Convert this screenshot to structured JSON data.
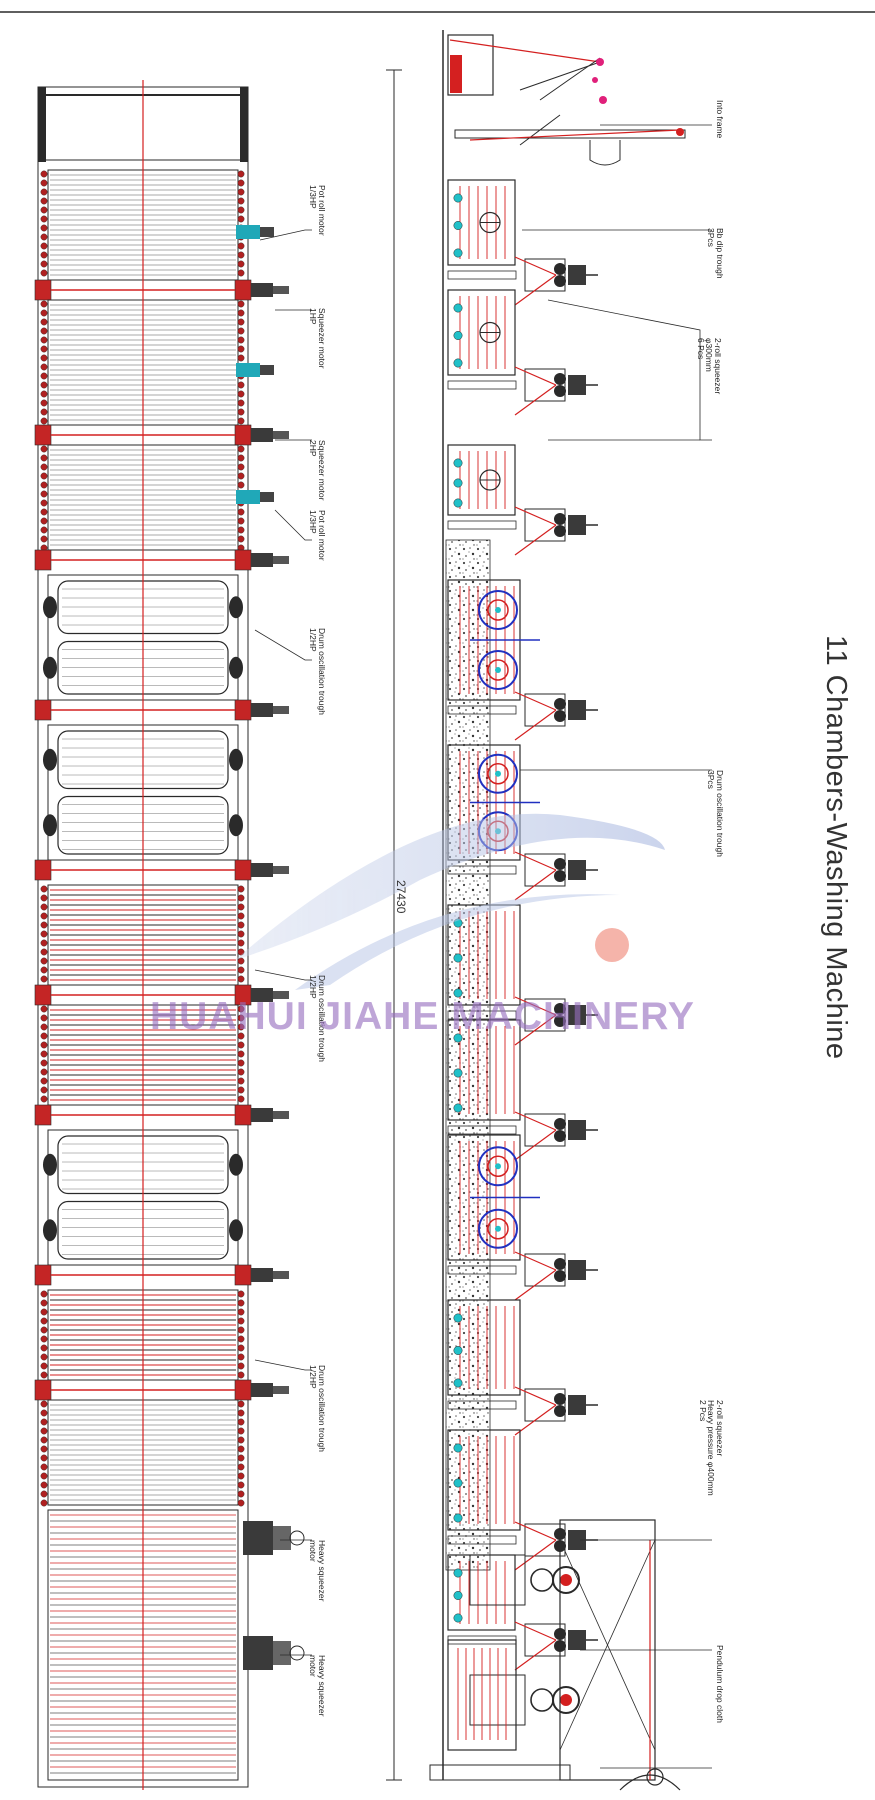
{
  "title": "11 Chambers-Washing Machine",
  "dimension": "27430",
  "watermark_text": "HUAHUI JIAHE MACHINERY",
  "callouts": [
    {
      "id": "into-frame",
      "lines": [
        "Into frame"
      ]
    },
    {
      "id": "bb-dip-trough",
      "lines": [
        "Bb dip trough",
        "3Pcs"
      ]
    },
    {
      "id": "squeezer-2roll",
      "lines": [
        "2-roll squeezer",
        "φ300mm",
        "6 Pcs"
      ]
    },
    {
      "id": "drum-oscillation-3pcs",
      "lines": [
        "Drum oscillation trough",
        "3Pcs"
      ]
    },
    {
      "id": "heavy-squeezer-2roll",
      "lines": [
        "2-roll squeezer",
        "Heavy pressure φ400mm",
        "2 Pcs"
      ]
    },
    {
      "id": "pendulum-drop-cloth",
      "lines": [
        "Pendulum drop cloth"
      ]
    },
    {
      "id": "pot-roll-motor-1",
      "lines": [
        "Pot roll motor",
        "1/3HP"
      ]
    },
    {
      "id": "squeezer-motor-1",
      "lines": [
        "Squeezer motor",
        "1HP"
      ]
    },
    {
      "id": "squeezer-motor-2",
      "lines": [
        "Squeezer motor",
        "2HP"
      ]
    },
    {
      "id": "pot-roll-motor-2",
      "lines": [
        "Pot roll motor",
        "1/3HP"
      ]
    },
    {
      "id": "drum-oscillation-1",
      "lines": [
        "Drum oscillation trough",
        "1/2HP"
      ]
    },
    {
      "id": "drum-oscillation-2",
      "lines": [
        "Drum oscillation trough",
        "1/2HP"
      ]
    },
    {
      "id": "drum-oscillation-3",
      "lines": [
        "Drum oscillation trough",
        "1/2HP"
      ]
    },
    {
      "id": "heavy-squeezer-motor-1",
      "lines": [
        "Heavy squeezer",
        "motor"
      ]
    },
    {
      "id": "heavy-squeezer-motor-2",
      "lines": [
        "Heavy squeezer",
        "motor"
      ]
    }
  ],
  "colors": {
    "line": "#2a2a2a",
    "accent_red": "#d42020",
    "cyan": "#20c0c8",
    "blue": "#2030c0",
    "magenta": "#e0207a",
    "watermark": "#9a6ec0"
  }
}
